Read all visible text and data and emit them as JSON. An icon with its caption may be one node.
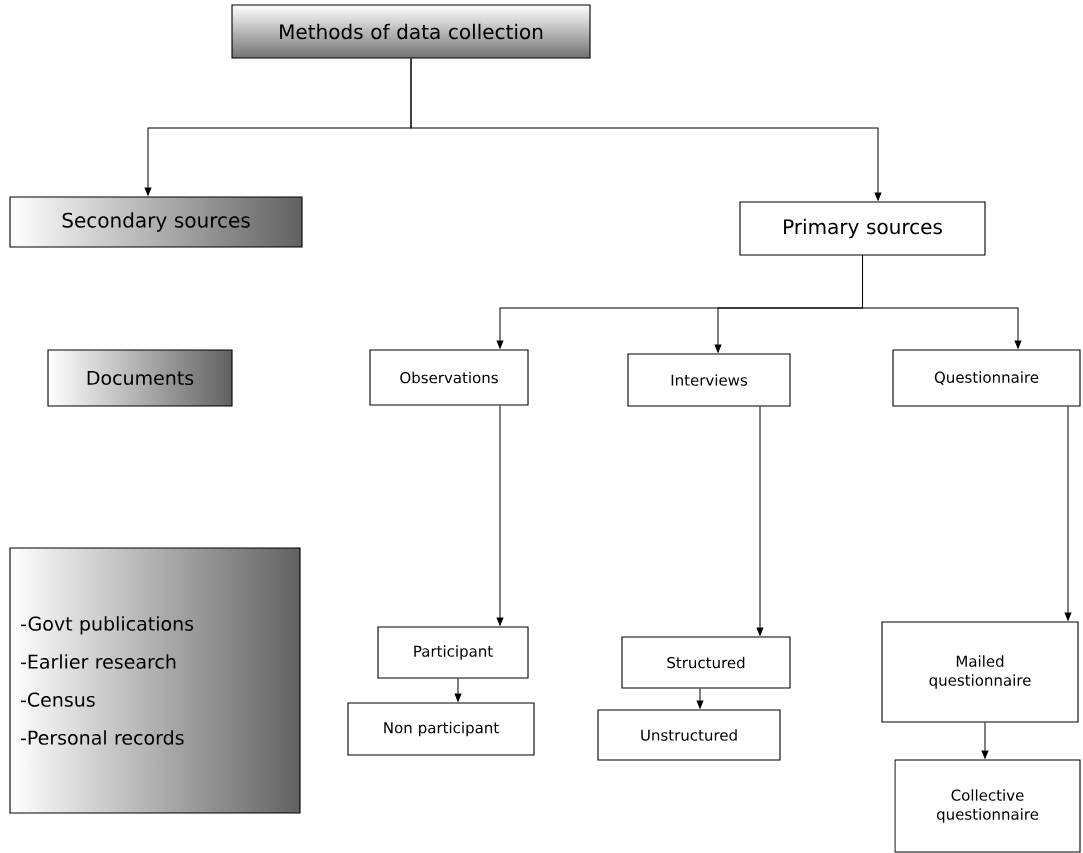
{
  "diagram": {
    "nodes": [
      {
        "text": [
          "Methods of data collection"
        ]
      },
      {
        "text": [
          "Secondary sources"
        ]
      },
      {
        "text": [
          "Primary sources"
        ]
      },
      {
        "text": [
          "Documents"
        ]
      },
      {
        "text": [
          "Observations"
        ]
      },
      {
        "text": [
          "Interviews"
        ]
      },
      {
        "text": [
          "Questionnaire"
        ]
      },
      {
        "text": [
          "-Govt publications",
          "-Earlier research",
          "-Census",
          "-Personal records"
        ]
      },
      {
        "text": [
          "Participant"
        ]
      },
      {
        "text": [
          "Non participant"
        ]
      },
      {
        "text": [
          "Structured"
        ]
      },
      {
        "text": [
          "Unstructured"
        ]
      },
      {
        "text": [
          "Mailed questionnaire"
        ]
      },
      {
        "text": [
          "Collective questionnaire"
        ]
      }
    ],
    "edges": [
      {
        "from": 0,
        "to": 1,
        "arrow": "to"
      },
      {
        "from": 0,
        "to": 2,
        "arrow": "to"
      },
      {
        "from": 2,
        "to": 4,
        "arrow": "to"
      },
      {
        "from": 2,
        "to": 5,
        "arrow": "to"
      },
      {
        "from": 2,
        "to": 6,
        "arrow": "to"
      },
      {
        "from": 4,
        "to": 8,
        "arrow": "to"
      },
      {
        "from": 5,
        "to": 10,
        "arrow": "to"
      },
      {
        "from": 6,
        "to": 12,
        "arrow": "to"
      },
      {
        "from": 8,
        "to": 9,
        "arrow": "to"
      },
      {
        "from": 10,
        "to": 11,
        "arrow": "to"
      },
      {
        "from": 12,
        "to": 13,
        "arrow": "to"
      }
    ]
  }
}
